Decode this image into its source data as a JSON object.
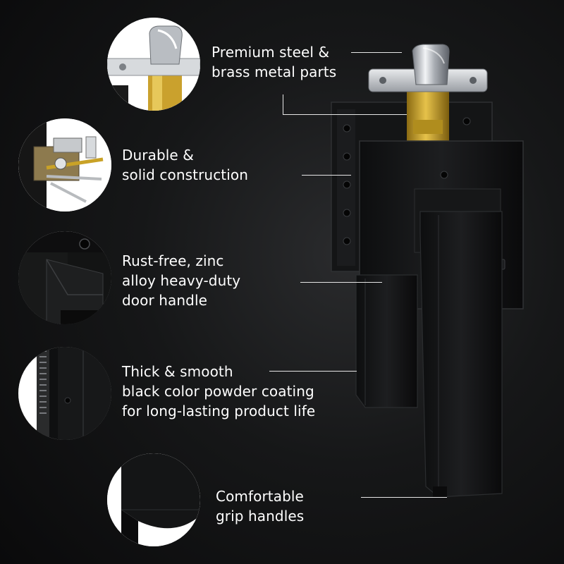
{
  "features": [
    {
      "id": "steel",
      "lines": [
        "Premium steel &",
        "brass metal parts"
      ]
    },
    {
      "id": "durable",
      "lines": [
        "Durable &",
        "solid construction"
      ]
    },
    {
      "id": "rust",
      "lines": [
        "Rust-free, zinc",
        "alloy heavy-duty",
        "door handle"
      ]
    },
    {
      "id": "coating",
      "lines": [
        "Thick & smooth",
        "black color powder coating",
        "for long-lasting product life"
      ]
    },
    {
      "id": "grip",
      "lines": [
        "Comfortable",
        "grip handles"
      ]
    }
  ],
  "colors": {
    "background": "#0b0b0c",
    "text": "#ffffff",
    "leader": "#e6e6e6",
    "brass": "#c9a227",
    "chrome": "#c8ccd1",
    "handle": "#111213"
  },
  "thumbnails": [
    {
      "id": "latch-detail",
      "depicts": "latch-bolt-closeup"
    },
    {
      "id": "mechanism-detail",
      "depicts": "internal-mechanism"
    },
    {
      "id": "corner-detail",
      "depicts": "rosette-corner"
    },
    {
      "id": "coating-detail",
      "depicts": "coating-edge"
    },
    {
      "id": "grip-detail",
      "depicts": "handle-end"
    }
  ]
}
